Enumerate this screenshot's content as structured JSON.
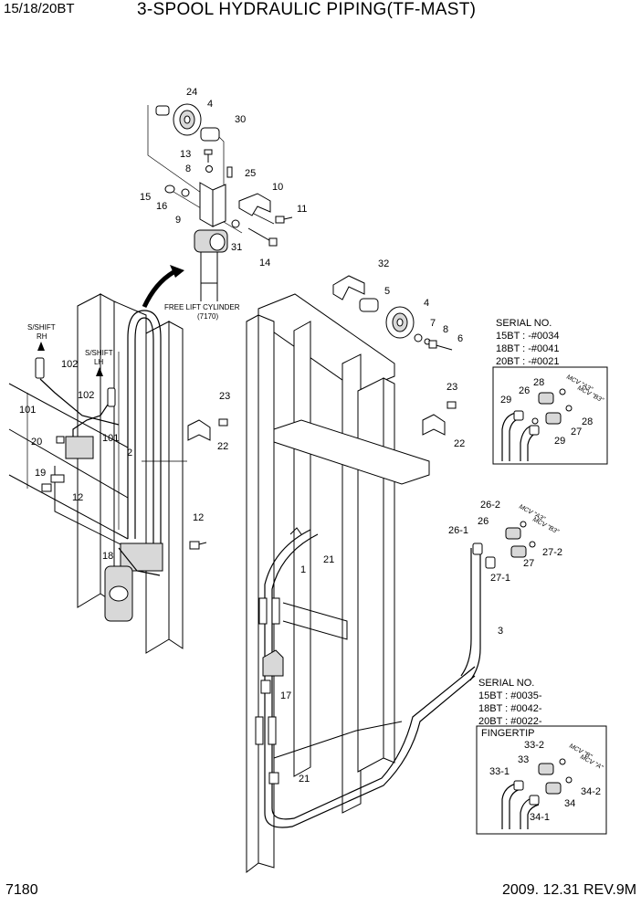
{
  "header": {
    "model": "15/18/20BT",
    "title": "3-SPOOL HYDRAULIC PIPING(TF-MAST)"
  },
  "footer": {
    "page": "7180",
    "revision": "2009. 12.31  REV.9M"
  },
  "callouts": {
    "c24": "24",
    "c4a": "4",
    "c30": "30",
    "c13": "13",
    "c8a": "8",
    "c25": "25",
    "c15": "15",
    "c16": "16",
    "c10": "10",
    "c11": "11",
    "c9": "9",
    "c31": "31",
    "c14": "14",
    "c32": "32",
    "c5": "5",
    "c4b": "4",
    "c7": "7",
    "c8b": "8",
    "c6": "6",
    "c102a": "102",
    "c102b": "102",
    "c101a": "101",
    "c101b": "101",
    "c20": "20",
    "c19": "19",
    "c12a": "12",
    "c2": "2",
    "c23a": "23",
    "c22a": "22",
    "c23b": "23",
    "c22b": "22",
    "c12b": "12",
    "c18": "18",
    "c21a": "21",
    "c1": "1",
    "c3": "3",
    "c17": "17",
    "c21b": "21",
    "s28a": "28",
    "s26": "26",
    "s29a": "29",
    "s27": "27",
    "s28b": "28",
    "s29b": "29",
    "s26_2": "26-2",
    "s26b": "26",
    "s26_1": "26-1",
    "s27_2": "27-2",
    "s27b": "27",
    "s27_1": "27-1",
    "s33_2": "33-2",
    "s33": "33",
    "s33_1": "33-1",
    "s34_2": "34-2",
    "s34": "34",
    "s34_1": "34-1"
  },
  "labels": {
    "free_lift_1": "FREE LIFT CYLINDER",
    "free_lift_2": "(7170)",
    "sshift_rh_1": "S/SHIFT",
    "sshift_rh_2": "RH",
    "sshift_lh_1": "S/SHIFT",
    "sshift_lh_2": "LH"
  },
  "serial_upper": {
    "heading": "SERIAL NO.",
    "lines": [
      "15BT : -#0034",
      "18BT : -#0041",
      "20BT : -#0021"
    ],
    "mcv_a3": "MCV \"A3\"",
    "mcv_b3": "MCV \"B3\""
  },
  "serial_mid": {
    "mcv_a3": "MCV \"A3\"",
    "mcv_b3": "MCV \"B3\""
  },
  "serial_lower": {
    "heading": "SERIAL NO.",
    "lines": [
      "15BT : #0035-",
      "18BT : #0042-",
      "20BT : #0022-"
    ],
    "box_title": "FINGERTIP",
    "mcv_b": "MCV \"B\"",
    "mcv_a": "MCV \"A\""
  }
}
